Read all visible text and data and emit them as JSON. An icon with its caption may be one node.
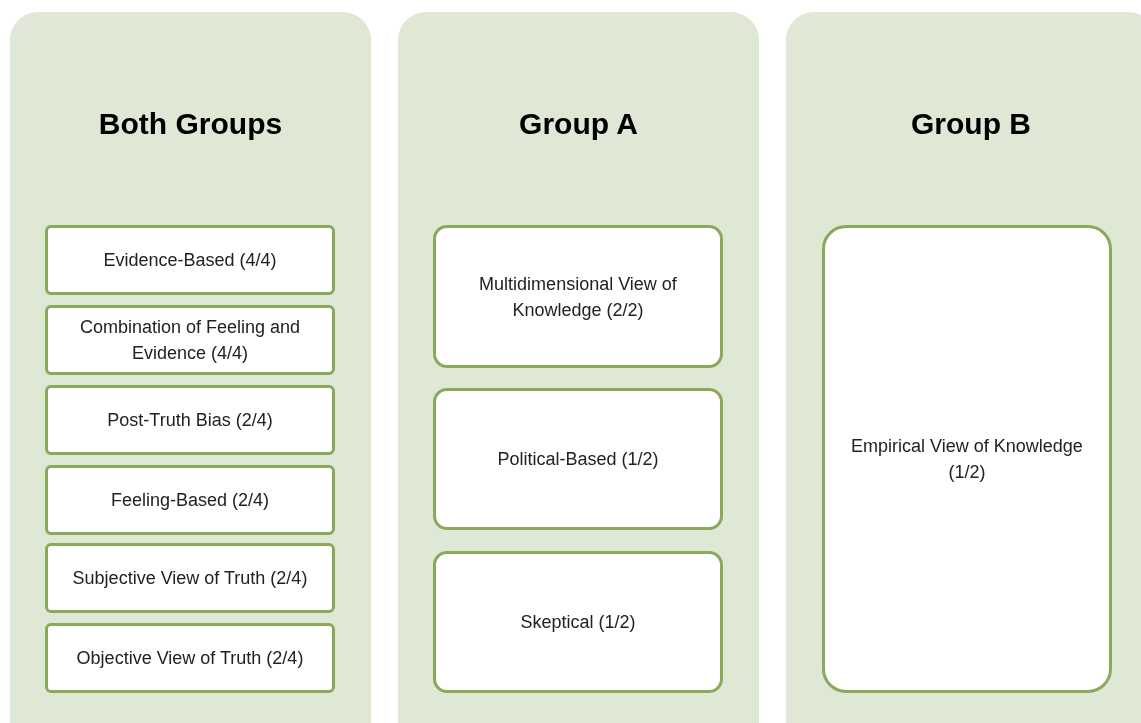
{
  "diagram": {
    "nodes": [
      {
        "text": [
          "Both Groups"
        ]
      },
      {
        "text": [
          "Evidence-Based (4/4)"
        ],
        "in": 0
      },
      {
        "text": [
          "Combination of Feeling and Evidence (4/4)"
        ],
        "in": 0
      },
      {
        "text": [
          "Post-Truth Bias (2/4)"
        ],
        "in": 0
      },
      {
        "text": [
          "Feeling-Based (2/4)"
        ],
        "in": 0
      },
      {
        "text": [
          "Subjective View of Truth (2/4)"
        ],
        "in": 0
      },
      {
        "text": [
          "Objective View of Truth (2/4)"
        ],
        "in": 0
      },
      {
        "text": [
          "Group A"
        ]
      },
      {
        "text": [
          "Multidimensional View of Knowledge (2/2)"
        ],
        "in": 7
      },
      {
        "text": [
          "Political-Based (1/2)"
        ],
        "in": 7
      },
      {
        "text": [
          "Skeptical (1/2)"
        ],
        "in": 7
      },
      {
        "text": [
          "Group B"
        ]
      },
      {
        "text": [
          "Empirical View of Knowledge (1/2)"
        ],
        "in": 11
      }
    ]
  }
}
